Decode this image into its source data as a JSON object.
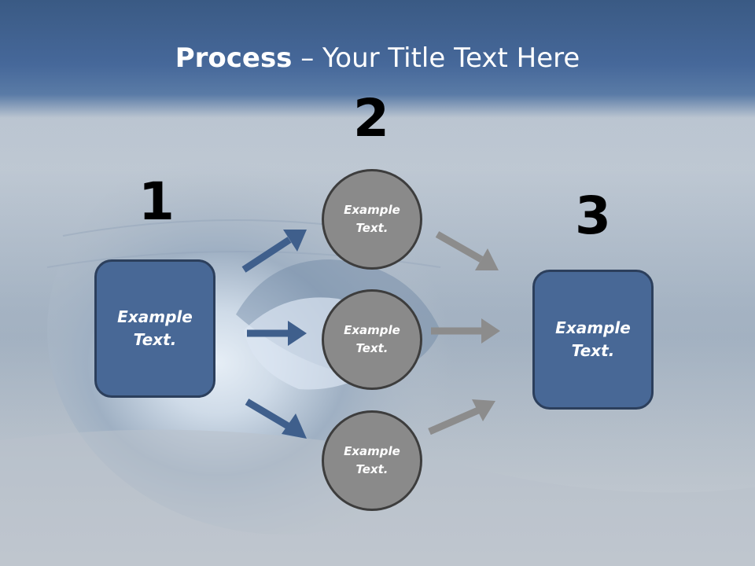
{
  "title": {
    "bold": "Process",
    "rest": " – Your Title Text Here"
  },
  "steps": {
    "one": {
      "number": "1",
      "text": "Example\nText."
    },
    "two": {
      "number": "2",
      "circles": [
        {
          "text": "Example\nText."
        },
        {
          "text": "Example\nText."
        },
        {
          "text": "Example\nText."
        }
      ]
    },
    "three": {
      "number": "3",
      "text": "Example\nText."
    }
  },
  "colors": {
    "title_band": "#46689a",
    "box_fill": "#486896",
    "circle_fill": "#8a8a8a",
    "blue_arrow": "#3f5f8c",
    "grey_arrow": "#8c8c8c"
  }
}
